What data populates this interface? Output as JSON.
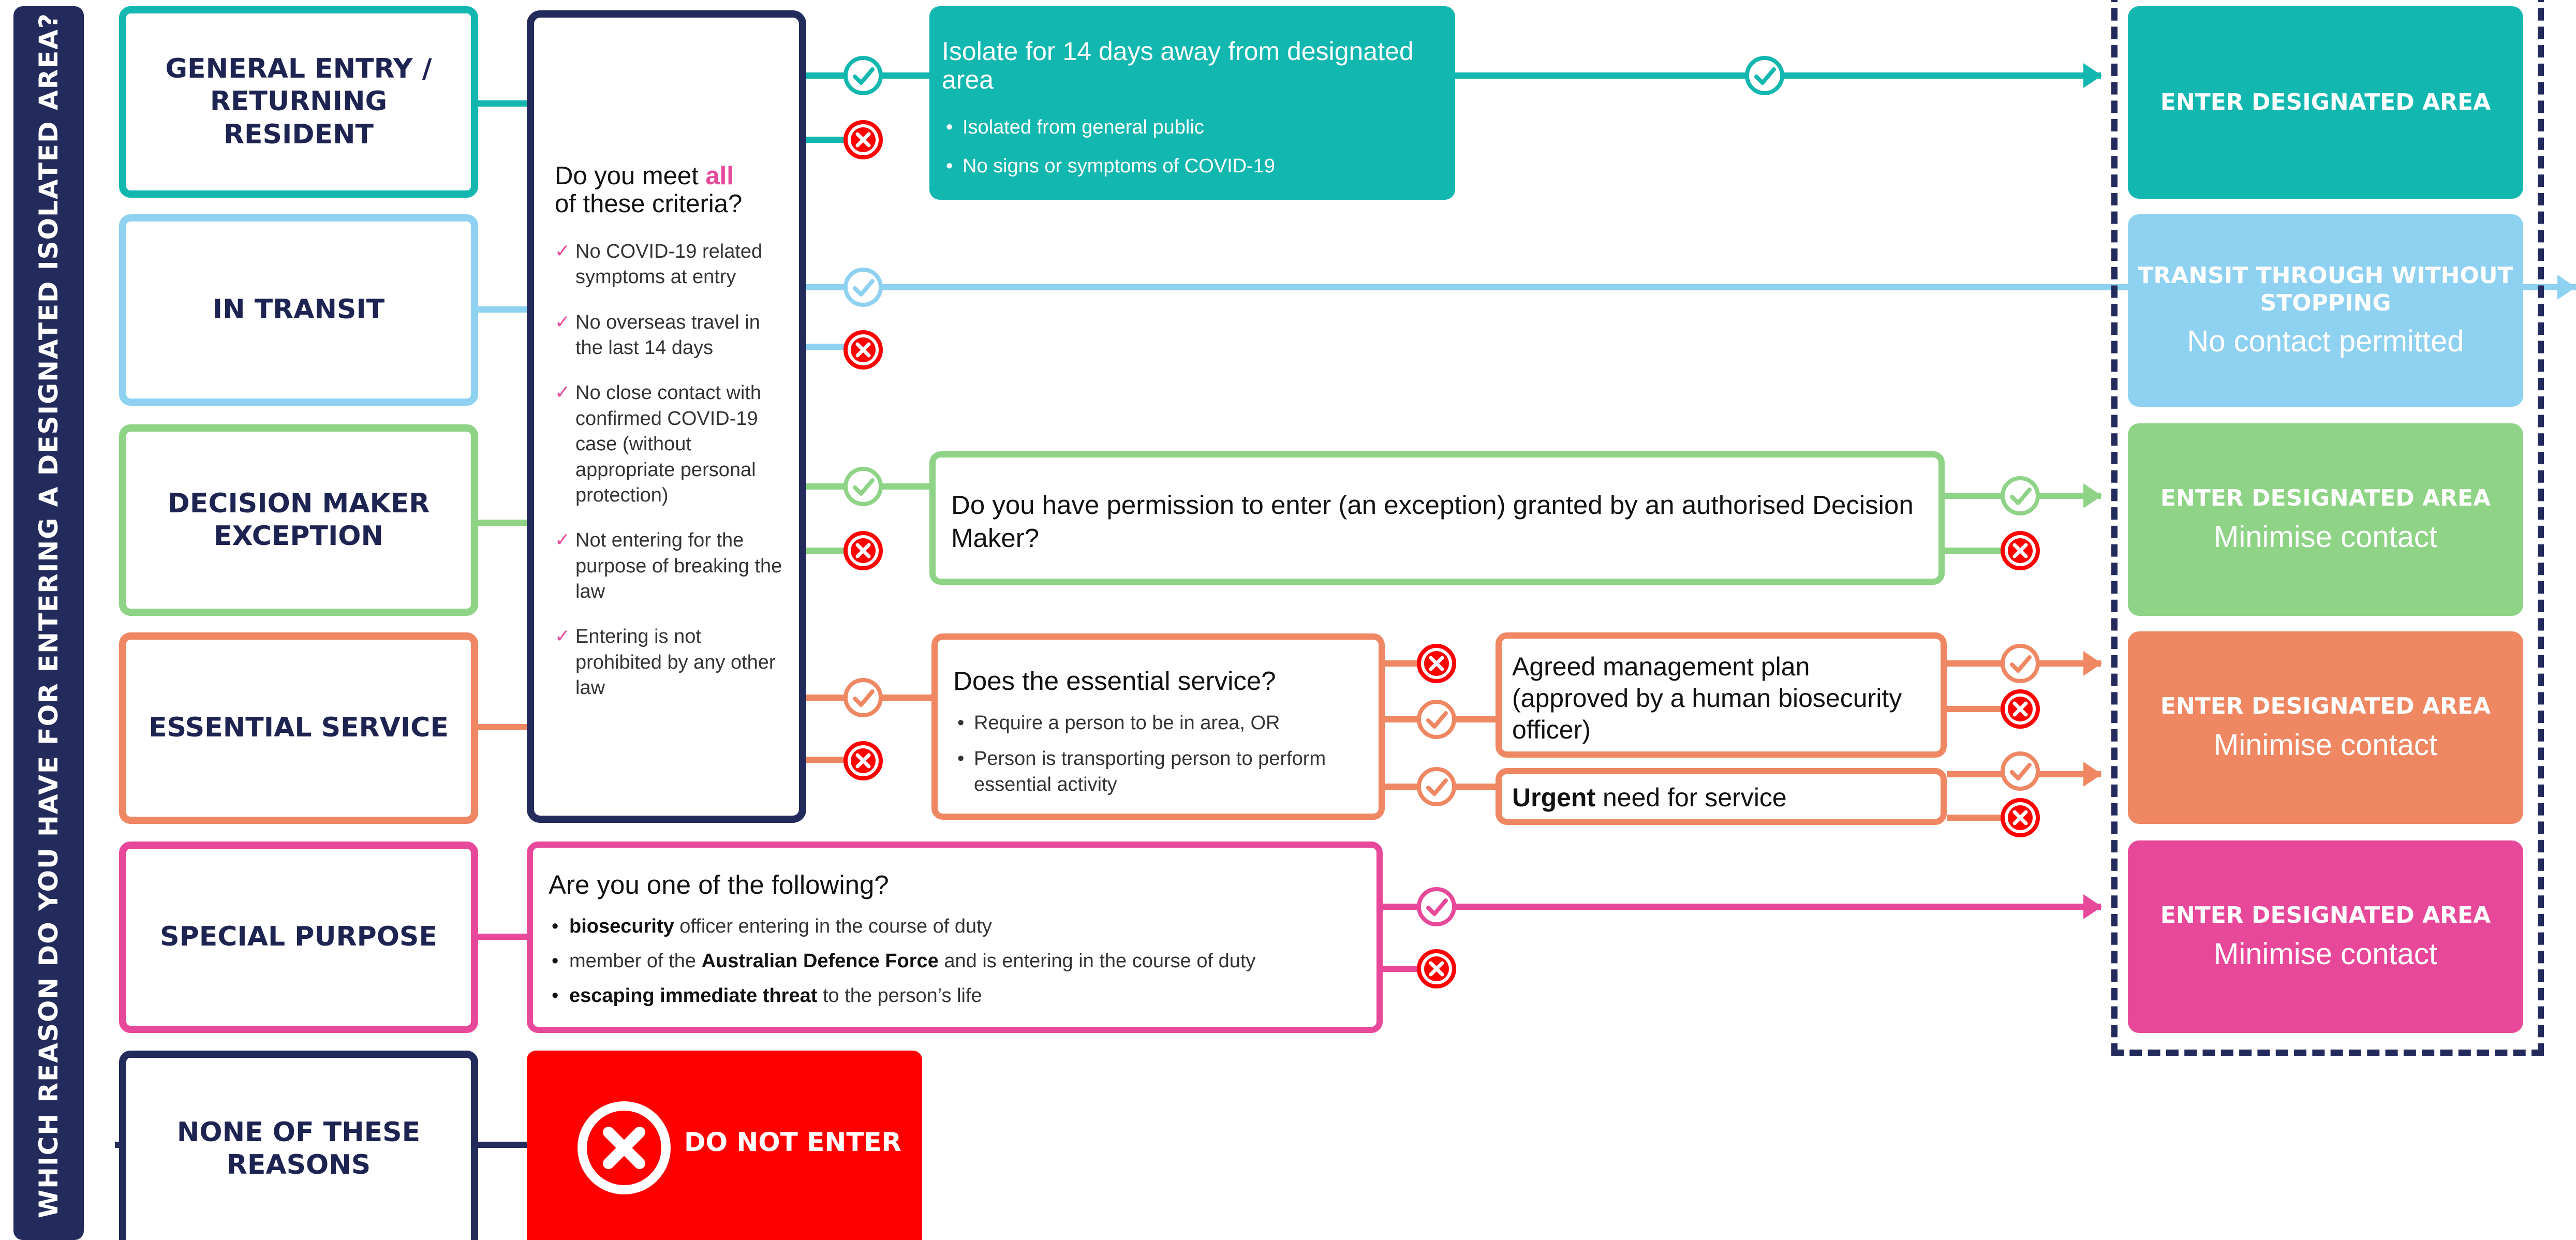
{
  "colors": {
    "navy": "#232a5c",
    "teal": "#12b7b0",
    "light_blue": "#8ed1f0",
    "green": "#8ed386",
    "orange": "#ee8762",
    "pink": "#e8489a",
    "red": "#fe0000"
  },
  "side_title": "WHICH REASON DO YOU HAVE FOR ENTERING A DESIGNATED  ISOLATED AREA?",
  "reasons": [
    {
      "label": "GENERAL ENTRY / RETURNING RESIDENT",
      "color": "#12b7b0"
    },
    {
      "label": "IN TRANSIT",
      "color": "#8ed1f0"
    },
    {
      "label": "DECISION MAKER EXCEPTION",
      "color": "#8ed386"
    },
    {
      "label": "ESSENTIAL SERVICE",
      "color": "#ee8762"
    },
    {
      "label": "SPECIAL PURPOSE",
      "color": "#e8489a"
    },
    {
      "label": "NONE OF THESE REASONS",
      "color": "#232a5c"
    }
  ],
  "criteria": {
    "question_pre": "Do you meet ",
    "question_highlight": "all",
    "question_post": "of these criteria?",
    "items": [
      "No COVID-19 related symptoms at entry",
      "No overseas travel in the last 14 days",
      "No close contact with confirmed COVID-19 case (without appropriate personal protection)",
      "Not entering for the purpose of breaking the law",
      "Entering is not prohibited by any other law"
    ]
  },
  "isolate": {
    "title": "Isolate for 14 days away from designated area",
    "bullets": [
      "Isolated from general public",
      "No signs or symptoms of COVID-19"
    ]
  },
  "decision_maker": {
    "question": "Do you have permission to enter (an exception) granted by an authorised Decision Maker?"
  },
  "essential": {
    "title": "Does the essential service?",
    "bullets": [
      "Require a person to be in area, OR",
      "Person is transporting person to perform essential activity"
    ],
    "plan": "Agreed management plan (approved by a human biosecurity officer)",
    "urgent_bold": "Urgent",
    "urgent_rest": " need for service"
  },
  "special": {
    "title": "Are you one of the following?",
    "line1_bold": "biosecurity",
    "line1_rest": " officer entering in the course of duty",
    "line2_pre": "member of the ",
    "line2_bold": "Australian Defence Force",
    "line2_post": " and is entering in the course of duty",
    "line3_bold": "escaping immediate threat",
    "line3_rest": " to the person’s life"
  },
  "none": {
    "label": "DO NOT ENTER"
  },
  "outcomes": [
    {
      "head": "ENTER DESIGNATED AREA",
      "sub": "",
      "color": "#12b7b0"
    },
    {
      "head": "TRANSIT THROUGH WITHOUT STOPPING",
      "sub": "No contact permitted",
      "color": "#8ed1f0"
    },
    {
      "head": "ENTER DESIGNATED AREA",
      "sub": "Minimise contact",
      "color": "#8ed386"
    },
    {
      "head": "ENTER DESIGNATED AREA",
      "sub": "Minimise contact",
      "color": "#ee8762"
    },
    {
      "head": "ENTER DESIGNATED AREA",
      "sub": "Minimise contact",
      "color": "#e8489a"
    }
  ]
}
